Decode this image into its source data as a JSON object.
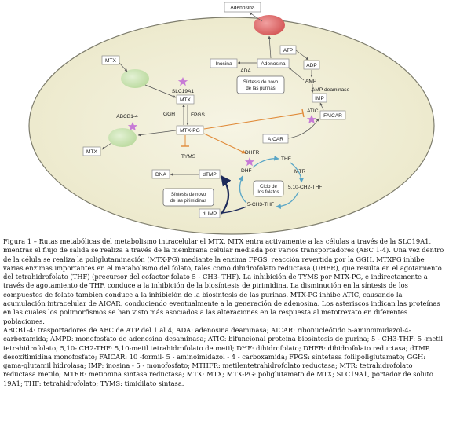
{
  "diagram": {
    "adenosina_out": "Adenosina",
    "mtx_top": "MTX",
    "mtx_left": "MTX",
    "abcb": "ABCB1-4",
    "slc": "SLC19A1",
    "mtx_in": "MTX",
    "ggh": "GGH",
    "fpgs": "FPGS",
    "mtxpg": "MTX-PG",
    "tyms": "TYMS",
    "inosina": "Inosina",
    "ada": "ADA",
    "adenosina_in": "Adenosina",
    "atp": "ATP",
    "adp": "ADP",
    "amp": "AMP",
    "ampd": "AMP deaminase",
    "imp": "IMP",
    "atic": "ATIC",
    "faicar": "FAICAR",
    "aicar": "AICAR",
    "purinas_title": "Síntesis de novo de las purinas",
    "dhfr": "DHFR",
    "dhf": "DHF",
    "thf": "THF",
    "mtr": "MTR",
    "methylene_thf": "5,10-CH2-THF",
    "methyl_thf": "5-CH3-THF",
    "folate_cycle": "Ciclo de los folatos",
    "dna": "DNA",
    "dtmp": "dTMP",
    "dump": "dUMP",
    "pirimidinas_title": "Síntesis de novo de las pirimidinas"
  },
  "caption": {
    "main": "Figura 1 – Rutas metabólicas del metabolismo intracelular el MTX. MTX entra activamente a las células a través de la SLC19A1, mientras el flujo de salida se realiza a través de la membrana celular mediada por varios transportadores (ABC 1-4). Una vez dentro de la célula se realiza la poliglutaminación (MTX-PG) mediante la enzima FPGS, reacción revertida por la GGH. MTXPG inhibe varias enzimas importantes en el metabolismo del folato, tales como dihidrofolato reductasa (DHFR), que resulta en el agotamiento del tetrahidrofolato (THF) (precursor del cofactor folato 5 - CH3- THF). La inhibición de TYMS por MTX-PG, e indirectamente a través de agotamiento de THF, conduce a la inhibición de la biosíntesis de pirimidina. La disminución en la síntesis de los compuestos de folato también conduce a la inhibición de la biosíntesis de las purinas. MTX-PG inhibe ATIC, causando la acumulación intracelular de AICAR, conduciendo eventualmente a la generación de adenosina. Los asteriscos indican las proteínas en las cuales los polimorfismos se han visto más asociados a las alteraciones en la respuesta al metotrexato en diferentes poblaciones.",
    "abbrev": "ABCB1-4: trasportadores de ABC de ATP del 1 al 4; ADA: adenosina deaminasa; AICAR: ribonucleótido 5-aminoimidazol-4-carboxamida; AMPD: monofosfato de adenosina desaminasa; ATIC: bifuncional proteína biosíntesis de purina; 5 - CH3-THF: 5 -metil tetrahidrofolato; 5,10- CH2-THF: 5,10-metil tetrahidrofolato de metil; DHF: dihidrofolato; DHFR: dihidrofolato reductasa; dTMP, desoxitimidina monofosfato; FAICAR: 10 -formil- 5 - aminoimidazol - 4 - carboxamida; FPGS: sintetasa folilpoliglutamato; GGH: gama-glutamil hidrolasa; IMP: inosina - 5 - monofosfato; MTHFR: metilentetrahidrofolato reductasa; MTR: tetrahidrofolato reductasa metilo; MTRR: metionina sintasa reductasa; MTX: MTX; MTX-PG: poliglutamato de MTX; SLC19A1, portador de soluto 19A1; THF: tetrahidrofolato; TYMS: timidilato sintasa."
  },
  "colors": {
    "cell_fill": "#f2f0d8",
    "cell_border": "#7d7c6c",
    "star": "#c77ad6",
    "green_transporter": "#cfe6b8",
    "red_transporter": "#e06a6a",
    "inhibit": "#e08a38",
    "cycle": "#5aa6c6"
  }
}
